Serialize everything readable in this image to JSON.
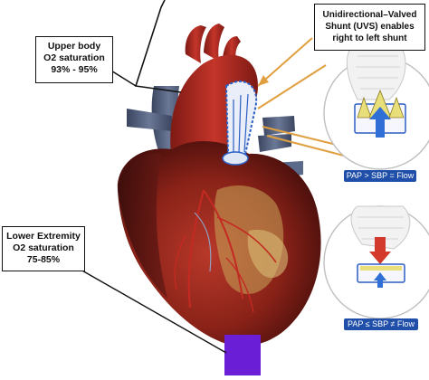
{
  "labels": {
    "upper": {
      "line1": "Upper body",
      "line2": "O2 saturation",
      "line3": "93% - 95%"
    },
    "uvs": {
      "line1": "Unidirectional–Valved",
      "line2": "Shunt  (UVS) enables",
      "line3": "right to left shunt"
    },
    "lower": {
      "line1": "Lower Extremity",
      "line2": "O2 saturation",
      "line3": "75-85%"
    }
  },
  "insets": {
    "top_caption": "PAP > SBP = Flow",
    "bottom_caption": "PAP ≤ SBP ≠ Flow"
  },
  "colors": {
    "heart_dark": "#5a1414",
    "heart_red": "#a8271f",
    "aorta": "#b52a22",
    "vein_blue": "#5b6b8a",
    "fat": "#c9a85a",
    "arrow_orange": "#e0a040",
    "flow_blue": "#2f6fd6",
    "valve_yellow": "#e8df7a",
    "down_red": "#d33a2c",
    "purple": "#6a1fd6",
    "caption_bg": "#1f4fa8"
  }
}
